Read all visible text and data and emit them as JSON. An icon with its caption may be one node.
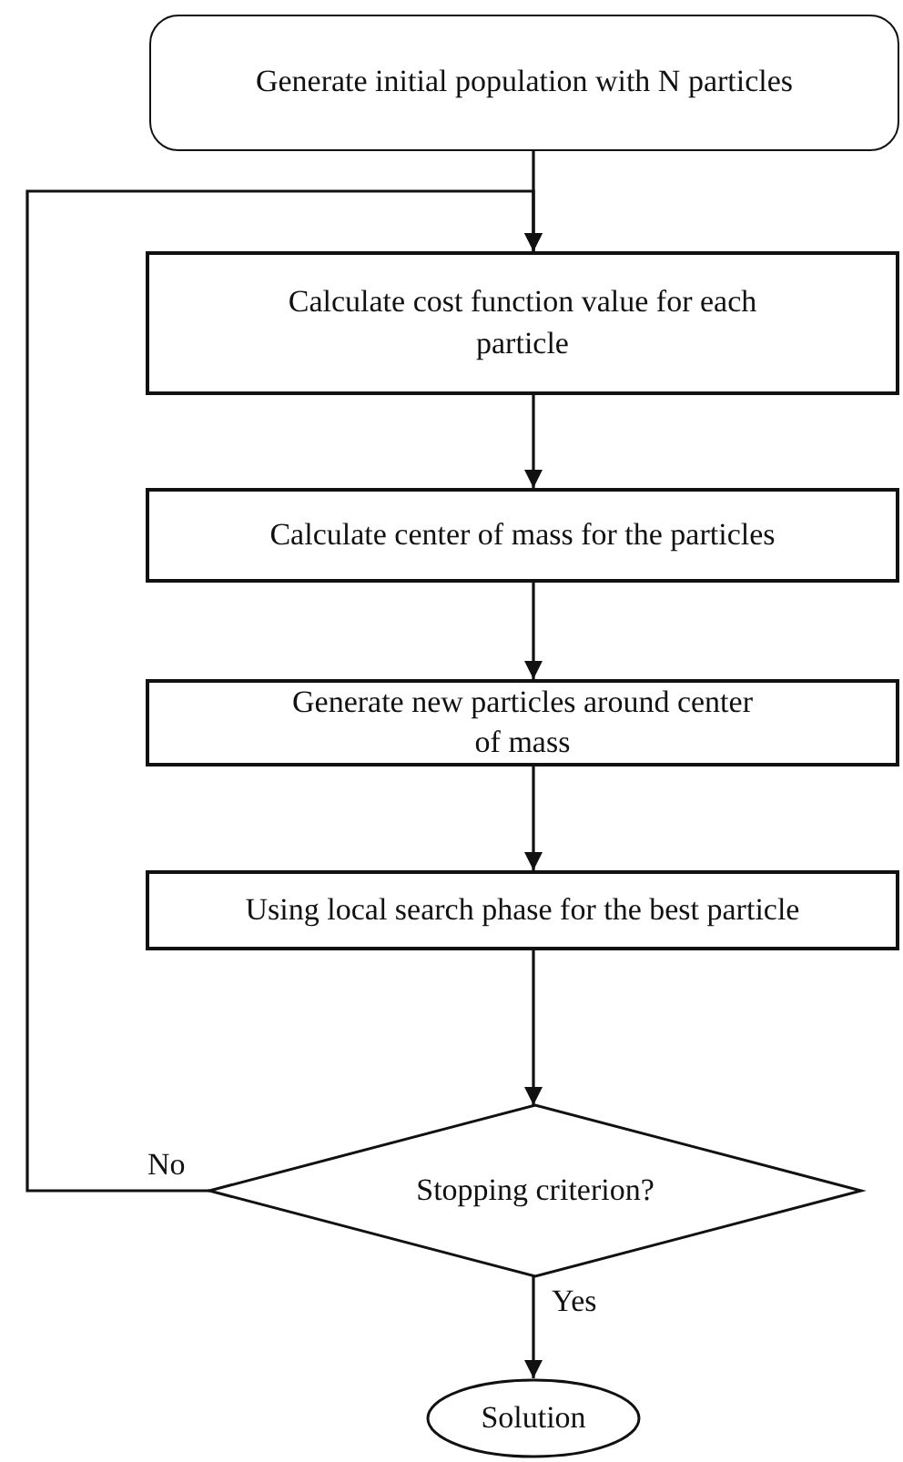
{
  "diagram": {
    "nodes": [
      {
        "text": [
          "Generate initial population with N particles"
        ]
      },
      {
        "text": [
          "Calculate cost function value for each particle"
        ]
      },
      {
        "text": [
          "Calculate center of mass for the particles"
        ]
      },
      {
        "text": [
          "Generate new particles around center of mass"
        ]
      },
      {
        "text": [
          "Using local search phase for the best particle"
        ]
      },
      {
        "text": [
          "Stopping criterion?"
        ]
      },
      {
        "text": [
          "Solution"
        ]
      }
    ],
    "edges": [
      {
        "from": 0,
        "to": 1,
        "arrow": "to"
      },
      {
        "from": 1,
        "to": 2,
        "arrow": "to"
      },
      {
        "from": 2,
        "to": 3,
        "arrow": "to"
      },
      {
        "from": 3,
        "to": 4,
        "arrow": "to"
      },
      {
        "from": 4,
        "to": 5,
        "arrow": "to"
      },
      {
        "from": 5,
        "to": 1,
        "label": "No",
        "arrow": "to"
      },
      {
        "from": 5,
        "to": 6,
        "label": "Yes",
        "arrow": "to"
      }
    ]
  }
}
